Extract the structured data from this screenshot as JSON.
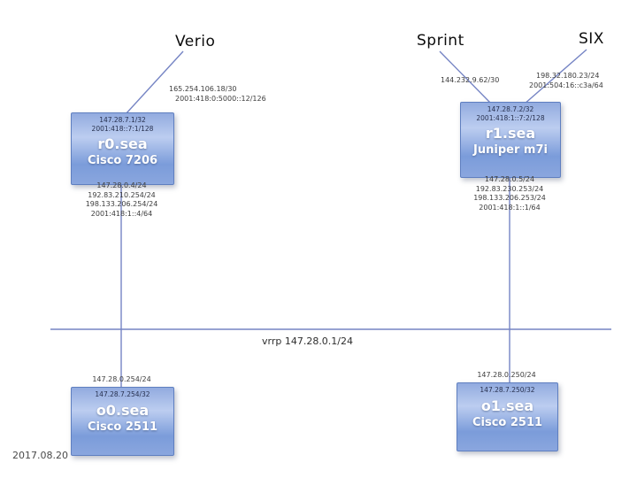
{
  "date": "2017.08.20",
  "bus": {
    "label": "vrrp 147.28.0.1/24"
  },
  "uplinks": {
    "verio": {
      "label": "Verio",
      "addr1": "165.254.106.18/30",
      "addr2": "2001:418:0:5000::12/126"
    },
    "sprint": {
      "label": "Sprint",
      "addr1": "144.232.9.62/30"
    },
    "six": {
      "label": "SIX",
      "addr1": "198.32.180.23/24",
      "addr2": "2001:504:16::c3a/64"
    }
  },
  "nodes": {
    "r0": {
      "name": "r0.sea",
      "model": "Cisco 7206",
      "lo1": "147.28.7.1/32",
      "lo2": "2001:418::7:1/128",
      "lan1": "147.28.0.4/24",
      "lan2": "192.83.210.254/24",
      "lan3": "198.133.206.254/24",
      "lan4": "2001:418:1::4/64"
    },
    "r1": {
      "name": "r1.sea",
      "model": "Juniper m7i",
      "lo1": "147.28.7.2/32",
      "lo2": "2001:418:1::7:2/128",
      "lan1": "147.28.0.5/24",
      "lan2": "192.83.230.253/24",
      "lan3": "198.133.206.253/24",
      "lan4": "2001:418:1::1/64"
    },
    "o0": {
      "name": "o0.sea",
      "model": "Cisco 2511",
      "lan1": "147.28.0.254/24",
      "lo1": "147.28.7.254/32"
    },
    "o1": {
      "name": "o1.sea",
      "model": "Cisco 2511",
      "lan1": "147.28.0.250/24",
      "lo1": "147.28.7.250/32"
    }
  }
}
